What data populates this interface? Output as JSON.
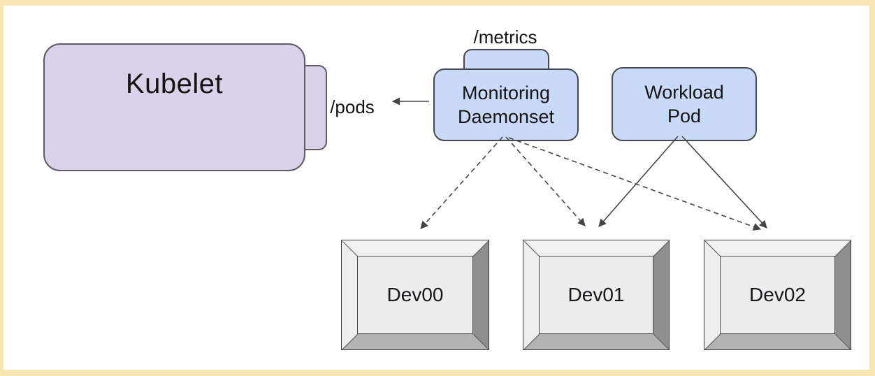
{
  "diagram": {
    "kubelet": {
      "label": "Kubelet"
    },
    "pods_endpoint": {
      "label": "/pods"
    },
    "metrics_endpoint": {
      "label": "/metrics"
    },
    "monitoring_daemonset": {
      "label": "Monitoring\nDaemonset"
    },
    "workload_pod": {
      "label": "Workload\nPod"
    },
    "devices": [
      {
        "label": "Dev00"
      },
      {
        "label": "Dev01"
      },
      {
        "label": "Dev02"
      }
    ],
    "edges": [
      {
        "from": "monitoring_daemonset",
        "to": "kubelet /pods",
        "style": "solid-arrow"
      },
      {
        "from": "monitoring_daemonset",
        "to": "Dev00",
        "style": "dashed-arrow"
      },
      {
        "from": "monitoring_daemonset",
        "to": "Dev01",
        "style": "dashed-arrow"
      },
      {
        "from": "monitoring_daemonset",
        "to": "Dev02",
        "style": "dashed-arrow"
      },
      {
        "from": "workload_pod",
        "to": "Dev01",
        "style": "solid-arrow"
      },
      {
        "from": "workload_pod",
        "to": "Dev02",
        "style": "solid-arrow"
      }
    ],
    "colors": {
      "frame": "#f9e5b4",
      "kubelet_fill": "#d9d2e9",
      "pod_fill": "#c9daf8",
      "device_face": "#ededed",
      "arrow": "#454545"
    }
  }
}
